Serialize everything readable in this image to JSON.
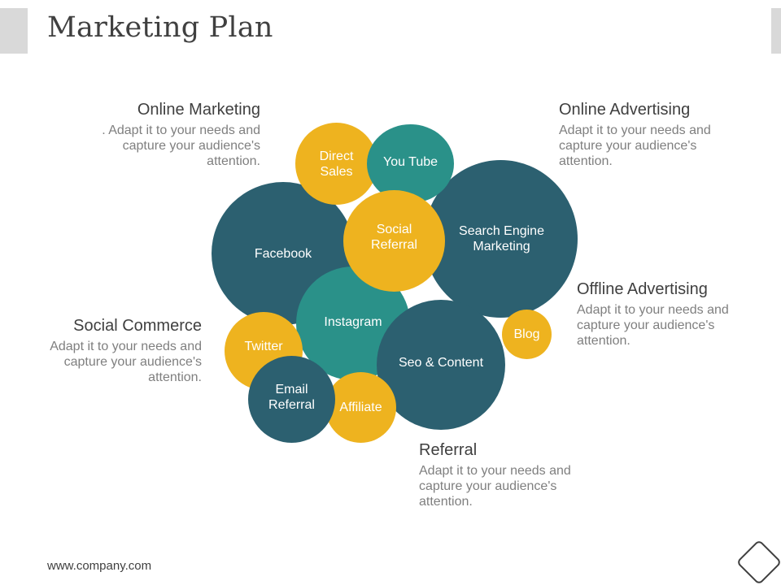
{
  "page": {
    "title": "Marketing Plan"
  },
  "colors": {
    "dark_teal": "#2c6070",
    "teal": "#2a9189",
    "gold": "#eeb31f",
    "text_dark": "#3f3f3f",
    "text_gray": "#7f7f7f"
  },
  "callouts": {
    "online_marketing": {
      "title": "Online Marketing",
      "text": ". Adapt it to your needs and\ncapture your audience's\nattention."
    },
    "online_advertising": {
      "title": "Online Advertising",
      "text": "Adapt it to your needs and\ncapture your audience's\nattention."
    },
    "offline_advertising": {
      "title": "Offline Advertising",
      "text": "Adapt it to your needs and\ncapture your audience's\nattention."
    },
    "social_commerce": {
      "title": "Social Commerce",
      "text": "Adapt it to your needs and\ncapture your audience's\nattention."
    },
    "referral": {
      "title": "Referral",
      "text": "Adapt it to your needs and\ncapture your audience's\nattention."
    }
  },
  "bubbles": {
    "facebook": {
      "label": "Facebook",
      "color": "#2c6070"
    },
    "search_engine_marketing": {
      "label": "Search Engine\nMarketing",
      "color": "#2c6070"
    },
    "direct_sales": {
      "label": "Direct\nSales",
      "color": "#eeb31f"
    },
    "you_tube": {
      "label": "You Tube",
      "color": "#2a9189"
    },
    "instagram": {
      "label": "Instagram",
      "color": "#2a9189"
    },
    "social_referral": {
      "label": "Social\nReferral",
      "color": "#eeb31f"
    },
    "seo_content": {
      "label": "Seo & Content",
      "color": "#2c6070"
    },
    "blog": {
      "label": "Blog",
      "color": "#eeb31f"
    },
    "twitter": {
      "label": "Twitter",
      "color": "#eeb31f"
    },
    "affiliate": {
      "label": "Affiliate",
      "color": "#eeb31f"
    },
    "email_referral": {
      "label": "Email\nReferral",
      "color": "#2c6070"
    }
  },
  "footer": {
    "url": "www.company.com",
    "icon": "diamond-icon"
  }
}
